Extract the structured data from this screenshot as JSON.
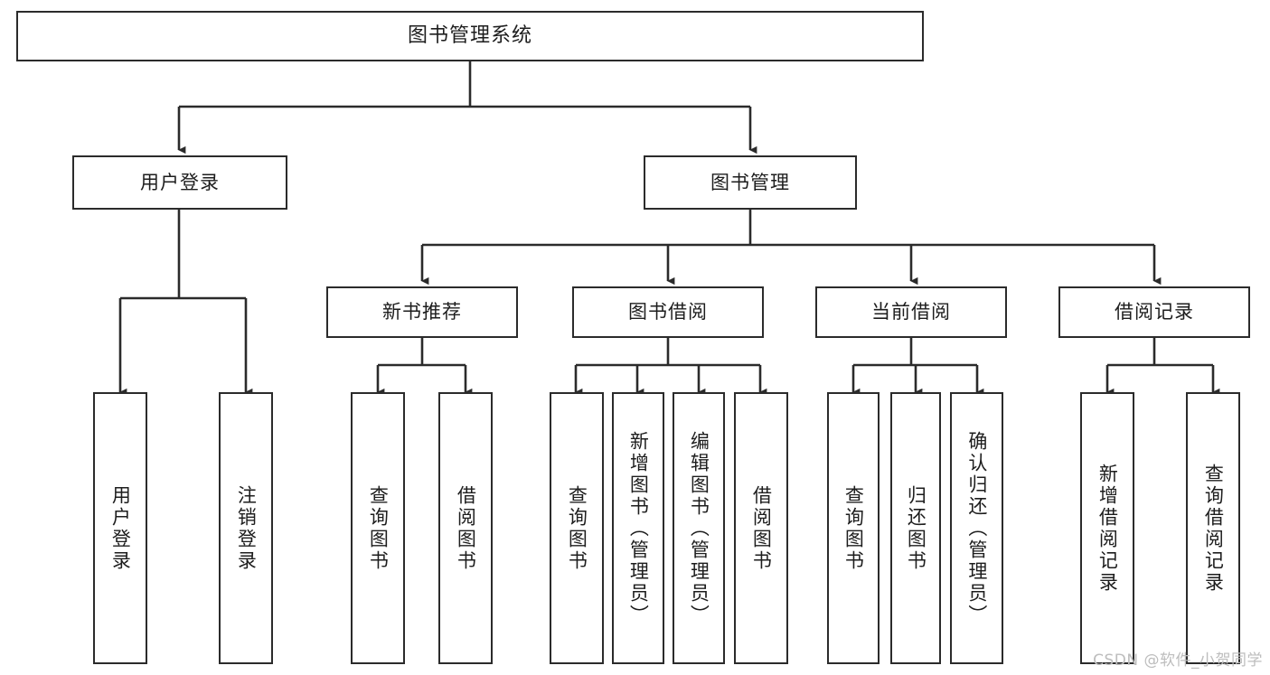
{
  "diagram": {
    "title": "图书管理系统",
    "stroke_color": "#2b2b2b",
    "background_color": "#ffffff",
    "text_color": "#1d1d1d",
    "watermark": "CSDN @软件_小贺同学",
    "nodes": {
      "root": "图书管理系统",
      "level2": {
        "user_login": "用户登录",
        "book_manage": "图书管理"
      },
      "level3": {
        "new_book_recommend": "新书推荐",
        "book_borrow": "图书借阅",
        "current_borrow": "当前借阅",
        "borrow_record": "借阅记录"
      },
      "level4": {
        "user_login_leaf": "用户登录",
        "logout_leaf": "注销登录",
        "query_book_rec": "查询图书",
        "borrow_book_rec": "借阅图书",
        "query_book_borrow": "查询图书",
        "add_book_admin": "新增图书（管理员）",
        "edit_book_admin": "编辑图书（管理员）",
        "borrow_book": "借阅图书",
        "query_book_current": "查询图书",
        "return_book": "归还图书",
        "confirm_return_admin": "确认归还（管理员）",
        "add_borrow_record": "新增借阅记录",
        "query_borrow_record": "查询借阅记录"
      }
    }
  }
}
